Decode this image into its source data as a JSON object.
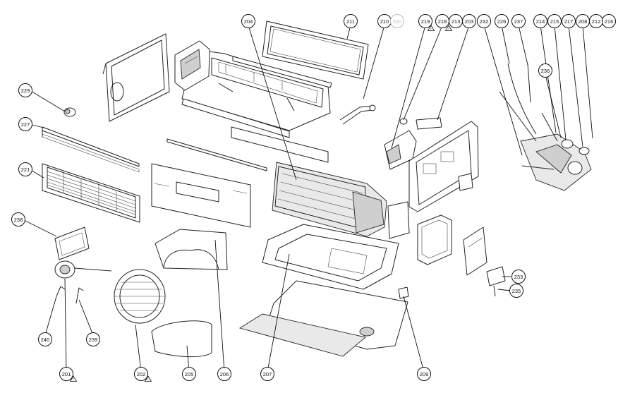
{
  "callouts": [
    {
      "id": "c211",
      "label": "211"
    },
    {
      "id": "c210",
      "label": "210"
    },
    {
      "id": "c220",
      "label": "220"
    },
    {
      "id": "c219",
      "label": "219"
    },
    {
      "id": "c218",
      "label": "218"
    },
    {
      "id": "c213",
      "label": "213"
    },
    {
      "id": "c203",
      "label": "203"
    },
    {
      "id": "c232",
      "label": "232"
    },
    {
      "id": "c226",
      "label": "226"
    },
    {
      "id": "c237",
      "label": "237"
    },
    {
      "id": "c214",
      "label": "214"
    },
    {
      "id": "c215",
      "label": "215"
    },
    {
      "id": "c217",
      "label": "217"
    },
    {
      "id": "c208",
      "label": "208"
    },
    {
      "id": "c212",
      "label": "212"
    },
    {
      "id": "c216",
      "label": "216"
    },
    {
      "id": "c204",
      "label": "204"
    },
    {
      "id": "c236",
      "label": "236"
    },
    {
      "id": "c229",
      "label": "229"
    },
    {
      "id": "c227",
      "label": "227"
    },
    {
      "id": "c221",
      "label": "221"
    },
    {
      "id": "c238",
      "label": "238"
    },
    {
      "id": "c233",
      "label": "233"
    },
    {
      "id": "c235",
      "label": "235"
    },
    {
      "id": "c240",
      "label": "240"
    },
    {
      "id": "c239",
      "label": "239"
    },
    {
      "id": "c201",
      "label": "201"
    },
    {
      "id": "c202",
      "label": "202"
    },
    {
      "id": "c205",
      "label": "205"
    },
    {
      "id": "c206",
      "label": "206"
    },
    {
      "id": "c207",
      "label": "207"
    },
    {
      "id": "c209",
      "label": "209"
    }
  ],
  "warning_symbol": "!",
  "faded_callouts": [
    "220"
  ],
  "warning_marked": [
    "219",
    "213",
    "201",
    "202"
  ]
}
